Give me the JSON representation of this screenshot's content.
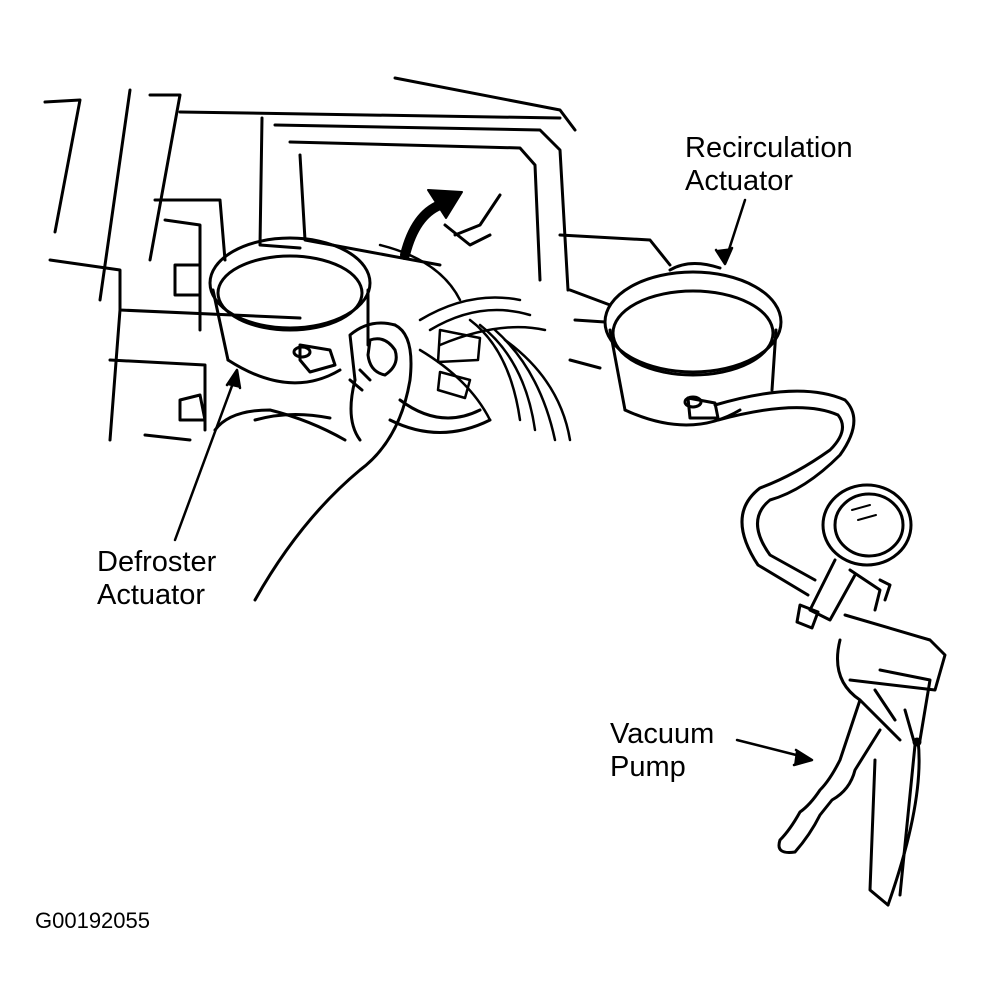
{
  "labels": {
    "recirculation_line1": "Recirculation",
    "recirculation_line2": "Actuator",
    "defroster_line1": "Defroster",
    "defroster_line2": "Actuator",
    "vacuum_line1": "Vacuum",
    "vacuum_line2": "Pump"
  },
  "figure_code": "G00192055",
  "colors": {
    "ink": "#000000",
    "paper": "#ffffff"
  }
}
